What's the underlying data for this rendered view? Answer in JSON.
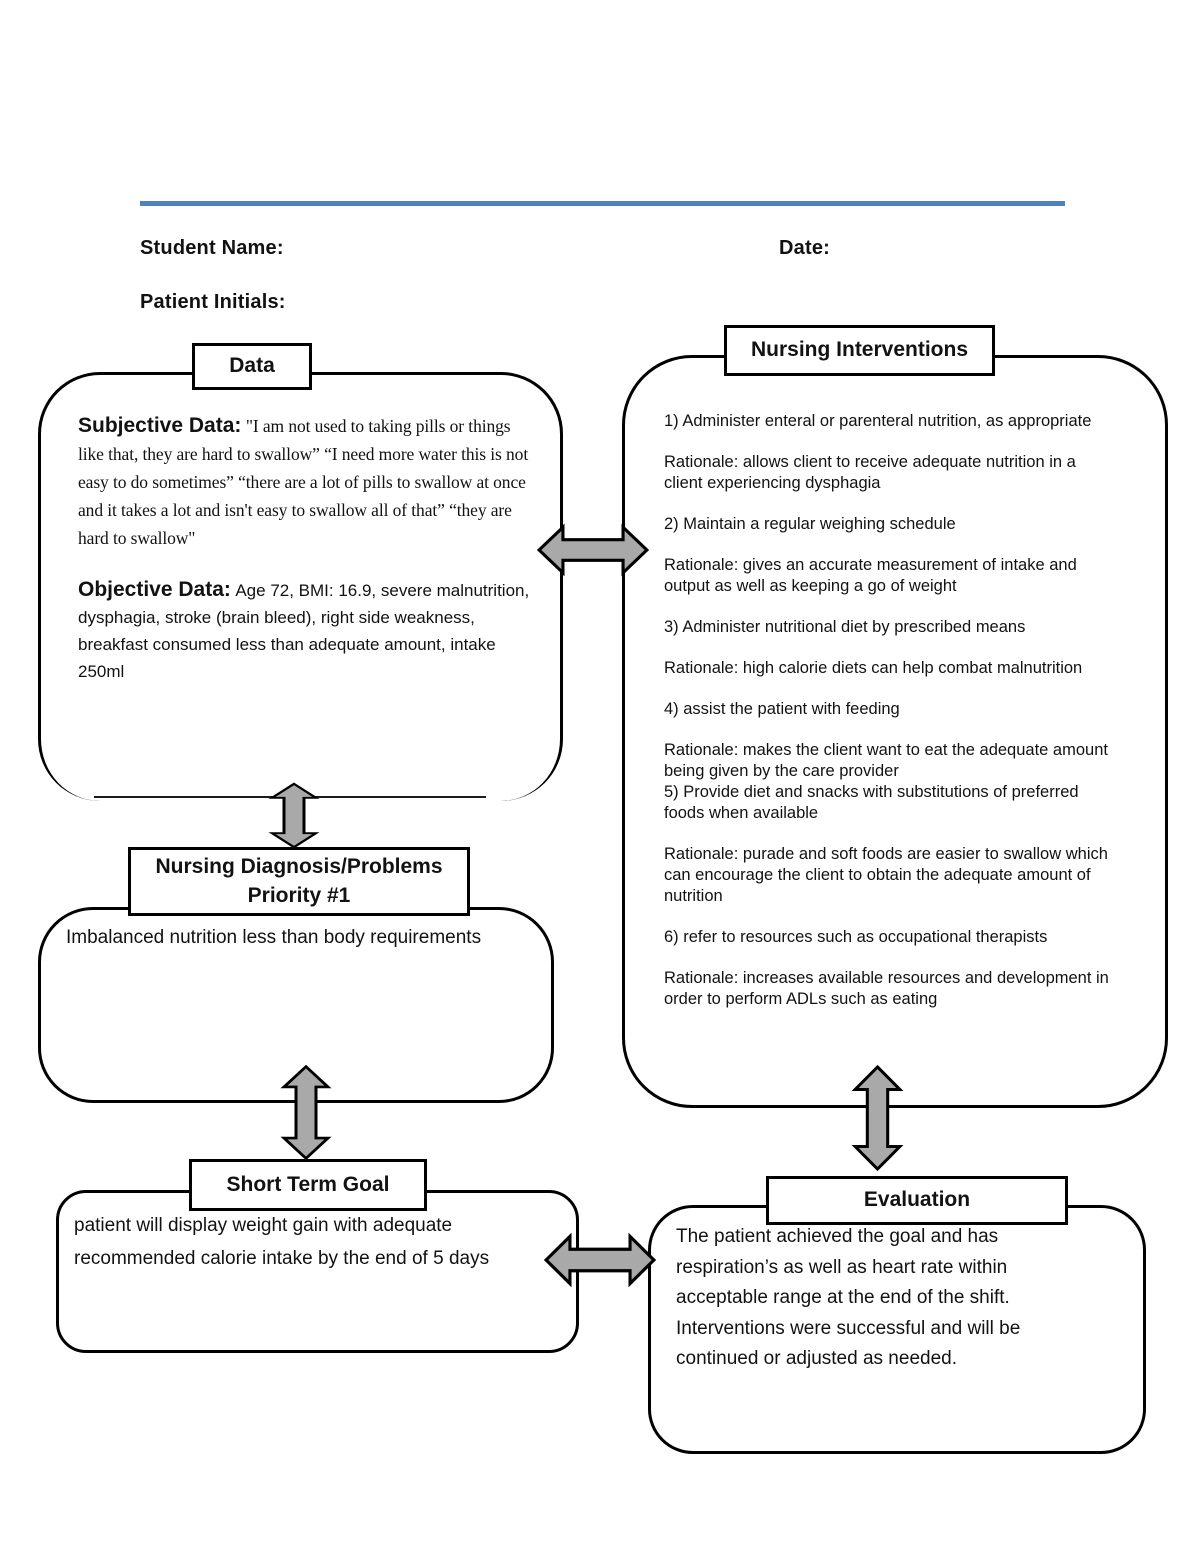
{
  "colors": {
    "accent_blue": "#4f81bd",
    "arrow_gray": "#a9a9a9",
    "border_black": "#000000"
  },
  "header": {
    "student_name_label": "Student Name:",
    "date_label": "Date:",
    "patient_initials_label": "Patient Initials:"
  },
  "data_box": {
    "title": "Data",
    "subjective_label": "Subjective Data:",
    "subjective_text": "\"I am not used to taking pills or things like that, they are hard to swallow” “I need more water this is not easy to do sometimes” “there are a lot of pills to swallow at once and it takes a lot and isn't easy to swallow all of that” “they are hard to swallow\"",
    "objective_label": "Objective Data:",
    "objective_text": "Age 72, BMI: 16.9, severe malnutrition, dysphagia, stroke (brain bleed), right side weakness, breakfast consumed less than adequate amount, intake 250ml"
  },
  "interventions": {
    "title": "Nursing Interventions",
    "items": [
      "1) Administer enteral or parenteral nutrition, as appropriate",
      "Rationale: allows client to receive adequate nutrition in a client experiencing dysphagia",
      "2) Maintain a regular weighing schedule",
      "Rationale: gives an accurate measurement of intake and output as well as keeping a go of weight",
      "3) Administer nutritional diet by prescribed means",
      "Rationale: high calorie diets can help combat malnutrition",
      "4) assist the patient with feeding",
      "Rationale: makes the client want to eat the adequate amount being given by the care provider",
      "5) Provide diet and snacks with substitutions of preferred foods when available",
      "Rationale: purade and soft foods are easier to swallow which can encourage the client to obtain the adequate amount of nutrition",
      "6) refer to resources such as occupational therapists",
      "Rationale: increases available resources and development in order to perform ADLs such as eating"
    ]
  },
  "diagnosis": {
    "title_line1": "Nursing Diagnosis/Problems",
    "title_line2": "Priority #1",
    "body": "Imbalanced nutrition less than body requirements"
  },
  "short_term_goal": {
    "title": "Short Term Goal",
    "body": "patient will display weight gain with adequate recommended calorie intake by the end of 5 days"
  },
  "evaluation": {
    "title": "Evaluation",
    "body": "The patient achieved the goal and has respiration’s as well as heart rate within acceptable range at the end of the shift. Interventions were successful and will be continued or adjusted as needed."
  }
}
